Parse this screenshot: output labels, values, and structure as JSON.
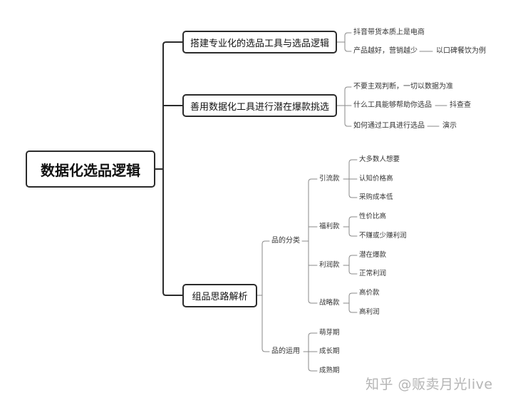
{
  "root": "数据化选品逻辑",
  "branches": [
    {
      "label": "搭建专业化的选品工具与选品逻辑",
      "items": [
        {
          "text": "抖音带货本质上是电商",
          "note": ""
        },
        {
          "text": "产品越好，营销越少",
          "note": "以口碑餐饮为例"
        }
      ]
    },
    {
      "label": "善用数据化工具进行潜在爆款挑选",
      "items": [
        {
          "text": "不要主观判断，一切以数据为准",
          "note": ""
        },
        {
          "text": "什么工具能够帮助你选品",
          "note": "抖查查"
        },
        {
          "text": "如何通过工具进行选品",
          "note": "演示"
        }
      ]
    },
    {
      "label": "组品思路解析",
      "groups": [
        {
          "label": "品的分类",
          "children": [
            {
              "label": "引流款",
              "leaves": [
                "大多数人想要",
                "认知价格高",
                "采购成本低"
              ]
            },
            {
              "label": "福利款",
              "leaves": [
                "性价比高",
                "不赚或少赚利润"
              ]
            },
            {
              "label": "利润款",
              "leaves": [
                "潜在爆款",
                "正常利润"
              ]
            },
            {
              "label": "战略款",
              "leaves": [
                "高价款",
                "高利润"
              ]
            }
          ]
        },
        {
          "label": "品的运用",
          "children": [
            {
              "label": "萌芽期",
              "leaves": []
            },
            {
              "label": "成长期",
              "leaves": []
            },
            {
              "label": "成熟期",
              "leaves": []
            }
          ]
        }
      ]
    }
  ],
  "watermark": "知乎 @贩卖月光live"
}
